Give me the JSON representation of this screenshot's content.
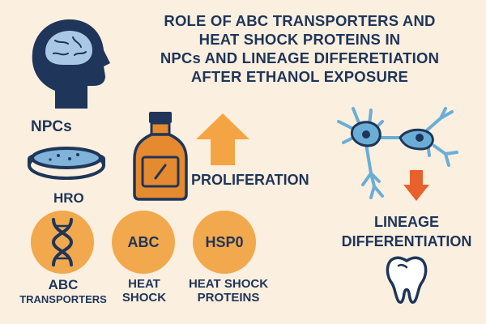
{
  "title_lines": [
    "ROLE OF ABC TRANSPORTERS AND",
    "HEAT SHOCK PROTEINS IN",
    "NPCs AND LINEAGE DIFFERETIATION",
    "AFTER ETHANOL EXPOSURE"
  ],
  "labels": {
    "npcs": "NPCs",
    "hro": "HRO",
    "proliferation": "PROLIFERATION",
    "lineage_line1": "LINEAGE",
    "lineage_line2": "DIFFERENTIATION"
  },
  "circles": [
    {
      "text": "",
      "caption_line1": "ABC",
      "caption_line2": "TRANSPORTERS"
    },
    {
      "text": "ABC",
      "caption_line1": "HEAT",
      "caption_line2": "SHOCK"
    },
    {
      "text": "HSP0",
      "caption_line1": "HEAT SHOCK",
      "caption_line2": "PROTEINS"
    }
  ],
  "icons": [
    "head-brain-icon",
    "petri-dish-icon",
    "bottle-icon",
    "up-arrow-icon",
    "neuron-icon",
    "down-arrow-icon",
    "tooth-icon",
    "dna-icon"
  ],
  "colors": {
    "background": "#fbefdf",
    "navy": "#1f3559",
    "orange": "#f2a84c",
    "bottle": "#e58a2e",
    "arrow_up": "#f5a443",
    "arrow_down": "#e8612c",
    "neuron": "#6aaed6",
    "brain": "#a9c8e6"
  }
}
